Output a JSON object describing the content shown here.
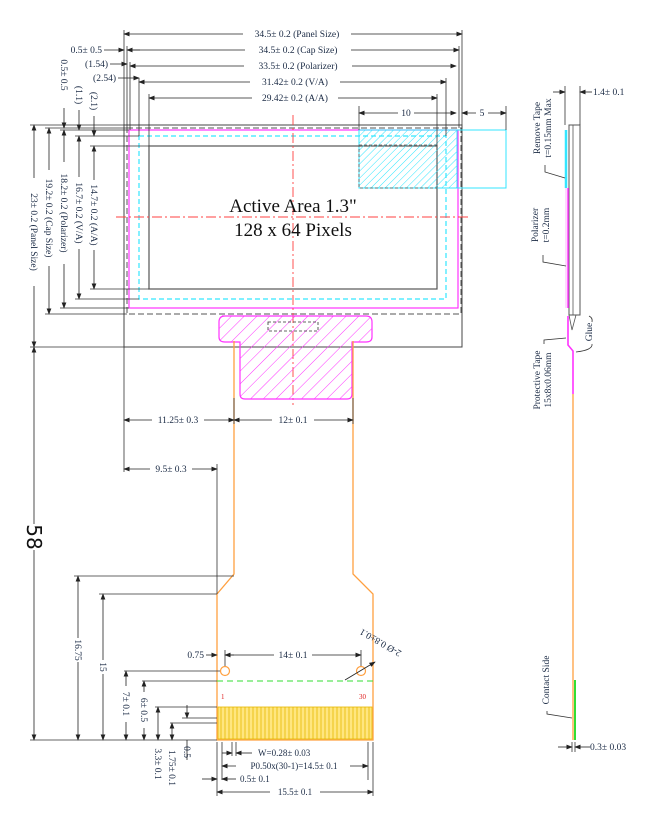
{
  "drawing": {
    "active_area_title": "Active Area 1.3\"",
    "pixels": "128 x 64 Pixels",
    "overall_length_label": "58"
  },
  "top_dimensions": {
    "panel_size": "34.5± 0.2 (Panel Size)",
    "cap_size": "34.5± 0.2 (Cap Size)",
    "polarizer": "33.5± 0.2 (Polarizer)",
    "va": "31.42± 0.2 (V/A)",
    "aa": "29.42± 0.2 (A/A)",
    "tape_width": "10",
    "tape_overhang": "5",
    "offset_1": "0.5± 0.5",
    "offset_2": "(1.54)",
    "offset_3": "(2.54)"
  },
  "left_dimensions": {
    "offset_v1": "0.5± 0.5",
    "offset_v2": "(1.1)",
    "offset_v3": "(2.1)",
    "aa": "14.7± 0.2 (A/A)",
    "va": "16.7± 0.2 (V/A)",
    "polarizer": "18.2± 0.2 (Polarizer)",
    "cap_size": "19.2± 0.2 (Cap Size)",
    "panel_size": "23± 0.2 (Panel Size)"
  },
  "fpc_dimensions": {
    "left_offset": "11.25± 0.3",
    "fpc_width": "12± 0.1",
    "narrow_offset": "9.5± 0.3",
    "height_16_75": "16.75",
    "height_15": "15",
    "hole_offset": "0.75",
    "hole_spacing": "14± 0.1",
    "hole_dia": "2-Ø 0.8±0.1",
    "hole_height": "7± 0.1",
    "stiff_height": "6± 0.5",
    "pad_height": "3.3± 0.1",
    "pad_inner": "1.75± 0.1",
    "pad_edge": "0.5",
    "pin_width": "W=0.28± 0.03",
    "pitch": "P0.50x(30-1)=14.5± 0.1",
    "edge_offset": "0.5± 0.1",
    "total_width": "15.5± 0.1",
    "pin_first": "1",
    "pin_last": "30"
  },
  "side_view": {
    "thickness": "1.4± 0.1",
    "remove_tape_l1": "Remove Tape",
    "remove_tape_l2": "t=0.15mm Max",
    "polarizer_l1": "Polarizer",
    "polarizer_l2": "t=0.2mm",
    "glue": "Glue",
    "protective_l1": "Protective Tape",
    "protective_l2": "15x8x0.06mm",
    "contact_side": "Contact Side",
    "fpc_thickness": "0.3± 0.03"
  },
  "colors": {
    "polarizer": "#ff33ff",
    "cap": "#33e6ff",
    "fpc": "#ffa040",
    "centerline": "#ff4040",
    "stiffener_green": "#33dd33",
    "pads": "#ffd633"
  }
}
